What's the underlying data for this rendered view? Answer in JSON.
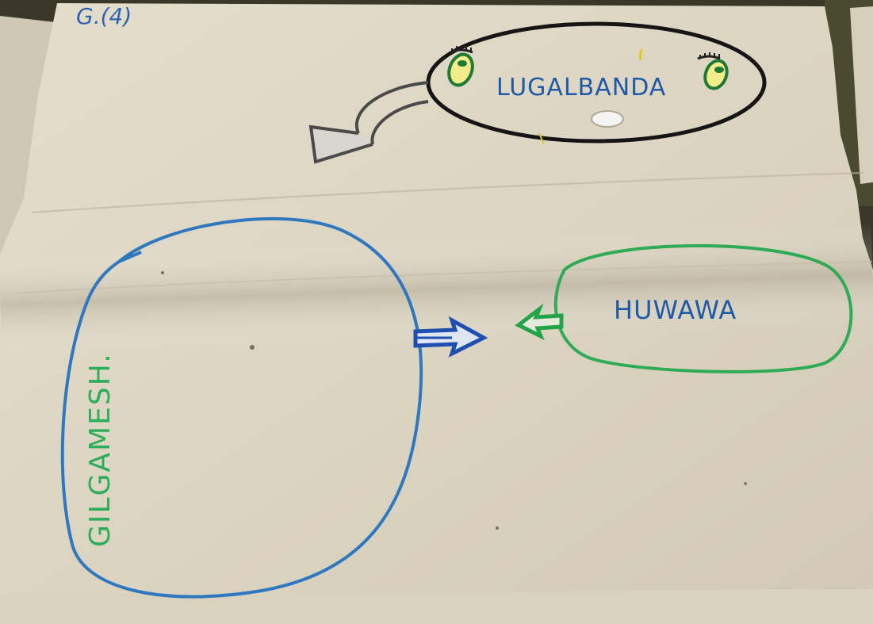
{
  "corner_note": "G.(4)",
  "nodes": {
    "lugalbanda": {
      "label": "LUGALBANDA",
      "color": "#1e5aa8",
      "outline": "#1a1a1a"
    },
    "gilgamesh": {
      "label": "GILGAMESH.",
      "color": "#2fae5a",
      "outline": "#2f78c0"
    },
    "huwawa": {
      "label": "HUWAWA",
      "color": "#1e5aa8",
      "outline": "#2faa55"
    }
  },
  "colors": {
    "paper": "#ddd6c4",
    "ground": "#3e3a2c",
    "grey_arrow": "#5a5a5a",
    "blue_arrow": "#1e4fb0",
    "green_arrow": "#23a447"
  }
}
